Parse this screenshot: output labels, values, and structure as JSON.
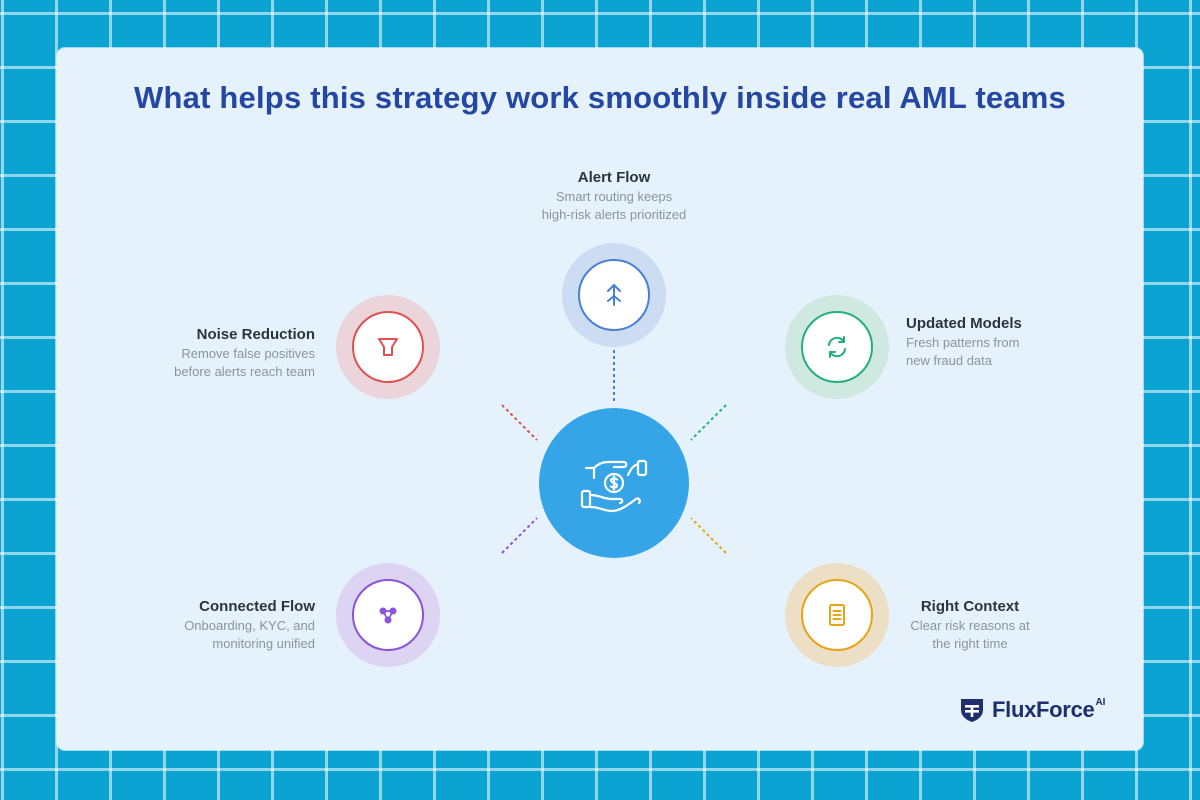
{
  "title": "What helps this strategy work smoothly inside real AML teams",
  "nodes": {
    "alert_flow": {
      "heading": "Alert Flow",
      "line1": "Smart routing keeps",
      "line2": "high-risk alerts prioritized",
      "icon": "arrow-up-split-icon",
      "color": "#4a7fd6"
    },
    "noise_reduction": {
      "heading": "Noise Reduction",
      "line1": "Remove false positives",
      "line2": "before alerts reach team",
      "icon": "funnel-icon",
      "color": "#e05050"
    },
    "updated_models": {
      "heading": "Updated Models",
      "line1": "Fresh patterns from",
      "line2": "new fraud data",
      "icon": "refresh-icon",
      "color": "#22b07a"
    },
    "connected_flow": {
      "heading": "Connected Flow",
      "line1": "Onboarding, KYC, and",
      "line2": "monitoring unified",
      "icon": "network-icon",
      "color": "#8a55d8"
    },
    "right_context": {
      "heading": "Right Context",
      "line1": "Clear risk reasons at",
      "line2": "the right time",
      "icon": "document-icon",
      "color": "#e8a417"
    }
  },
  "center": {
    "icon": "hands-dollar-icon",
    "color": "#36a5e8"
  },
  "logo": {
    "name": "FluxForce",
    "suffix": "AI",
    "color": "#1f2f6e"
  }
}
